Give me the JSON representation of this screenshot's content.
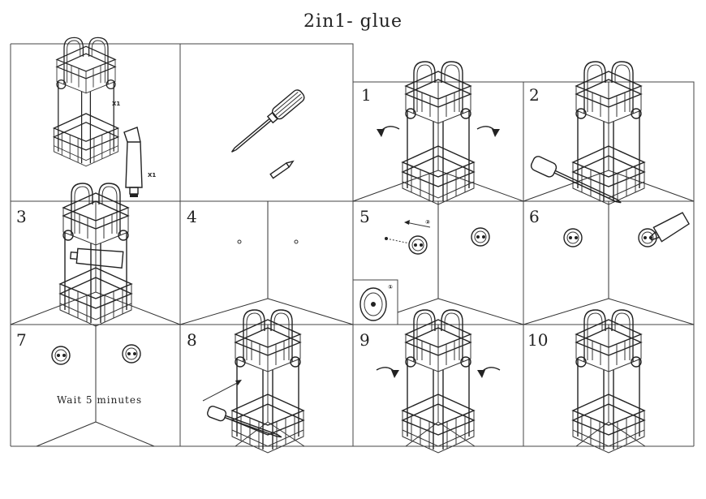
{
  "title": "2in1- glue",
  "components": {
    "shelf_qty": "X1",
    "glue_qty": "X1"
  },
  "steps": [
    {
      "number": "1"
    },
    {
      "number": "2"
    },
    {
      "number": "3"
    },
    {
      "number": "4"
    },
    {
      "number": "5",
      "callouts": [
        "②",
        "①"
      ]
    },
    {
      "number": "6"
    },
    {
      "number": "7",
      "note": "Wait 5 minutes"
    },
    {
      "number": "8"
    },
    {
      "number": "9"
    },
    {
      "number": "10"
    }
  ],
  "icons": [
    "shower-caddy-icon",
    "screwdriver-icon",
    "pencil-icon",
    "glue-tube-icon",
    "rotate-arrow-icon",
    "wall-disc-icon",
    "wall-corner-icon"
  ]
}
